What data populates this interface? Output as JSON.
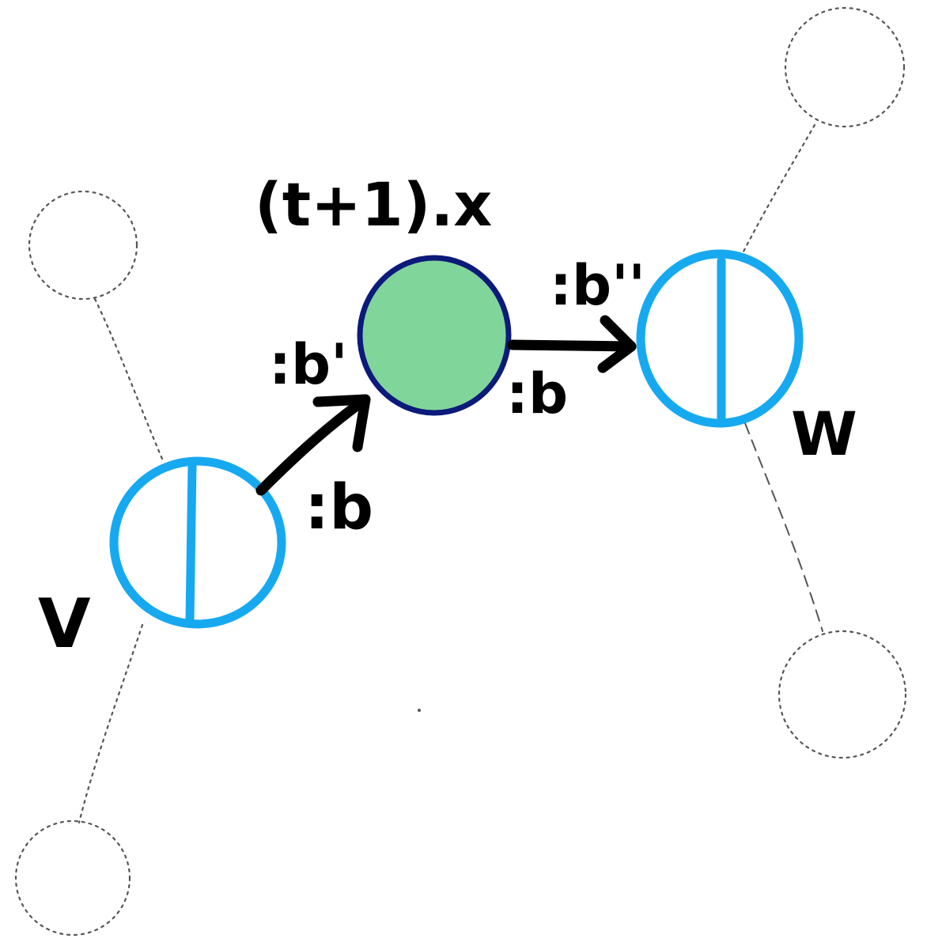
{
  "diagram": {
    "title": "(t+1).x",
    "nodes": {
      "v": {
        "label": "V",
        "port_label": ":b"
      },
      "mid": {
        "left_label": ":b'",
        "right_label": ":b"
      },
      "w": {
        "label": "W",
        "port_label": ":b''"
      }
    }
  },
  "colors": {
    "blue_node": "#17a9f0",
    "green_fill": "#80d59a",
    "green_stroke": "#0c1a7a",
    "ghost": "#555555",
    "ink": "#000000"
  }
}
